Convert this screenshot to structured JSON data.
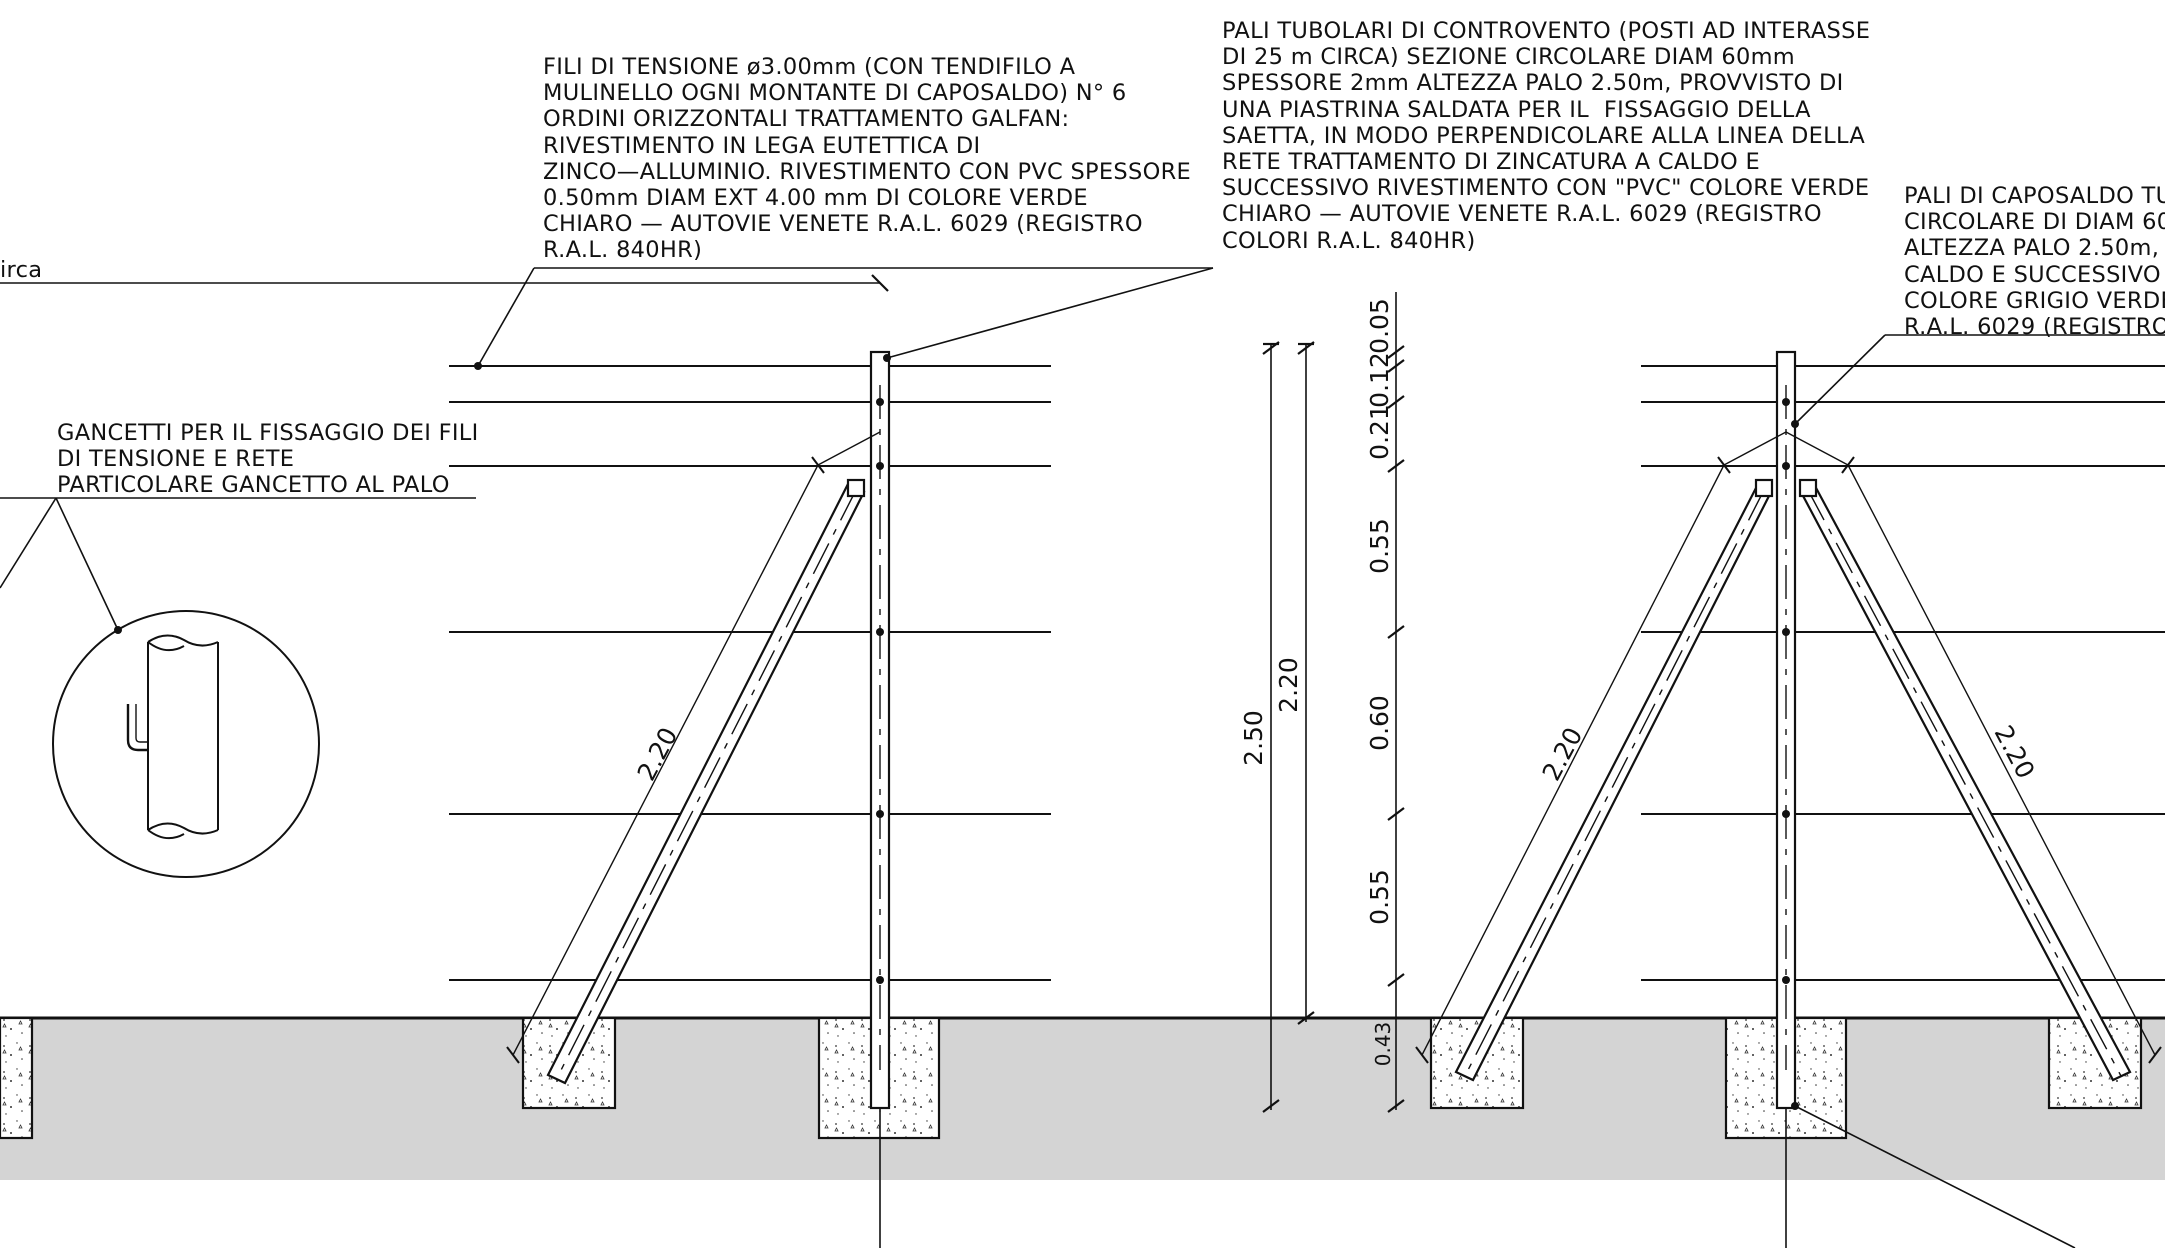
{
  "notes": {
    "wires": "FILI DI TENSIONE ø3.00mm (CON TENDIFILO A\nMULINELLO OGNI MONTANTE DI CAPOSALDO) N° 6\nORDINI ORIZZONTALI TRATTAMENTO GALFAN:\nRIVESTIMENTO IN LEGA EUTETTICA DI\nZINCO—ALLUMINIO. RIVESTIMENTO CON PVC SPESSORE\n0.50mm DIAM EXT 4.00 mm DI COLORE VERDE\nCHIARO — AUTOVIE VENETE R.A.L. 6029 (REGISTRO\nR.A.L. 840HR)",
    "brace_posts": "PALI TUBOLARI DI CONTROVENTO (POSTI AD INTERASSE\nDI 25 m CIRCA) SEZIONE CIRCOLARE DIAM 60mm\nSPESSORE 2mm ALTEZZA PALO 2.50m, PROVVISTO DI\nUNA PIASTRINA SALDATA PER IL  FISSAGGIO DELLA\nSAETTA, IN MODO PERPENDICOLARE ALLA LINEA DELLA\nRETE TRATTAMENTO DI ZINCATURA A CALDO E\nSUCCESSIVO RIVESTIMENTO CON \"PVC\" COLORE VERDE\nCHIARO — AUTOVIE VENETE R.A.L. 6029 (REGISTRO\nCOLORI R.A.L. 840HR)",
    "corner_posts": "PALI DI CAPOSALDO TU\nCIRCOLARE DI DIAM 60\nALTEZZA PALO 2.50m,\nCALDO E SUCCESSIVO\nCOLORE GRIGIO VERDE\nR.A.L. 6029 (REGISTRO",
    "hooks": "GANCETTI PER IL FISSAGGIO DEI FILI\nDI TENSIONE E RETE\nPARTICOLARE GANCETTO AL PALO",
    "circa": "irca"
  },
  "dimensions": {
    "total_height": "2.50",
    "above_ground": "2.20",
    "brace_left": "2.20",
    "brace_mid": "2.20",
    "brace_right": "2.20",
    "seg_0_05": "0.05",
    "seg_0_12": "0.12",
    "seg_0_21": "0.21",
    "seg_0_55_top": "0.55",
    "seg_0_60": "0.60",
    "seg_0_55_bottom": "0.55",
    "seg_0_43": "0.43"
  },
  "colors": {
    "line": "#111111",
    "ground": "#d4d4d4",
    "concrete": "#ffffff"
  }
}
